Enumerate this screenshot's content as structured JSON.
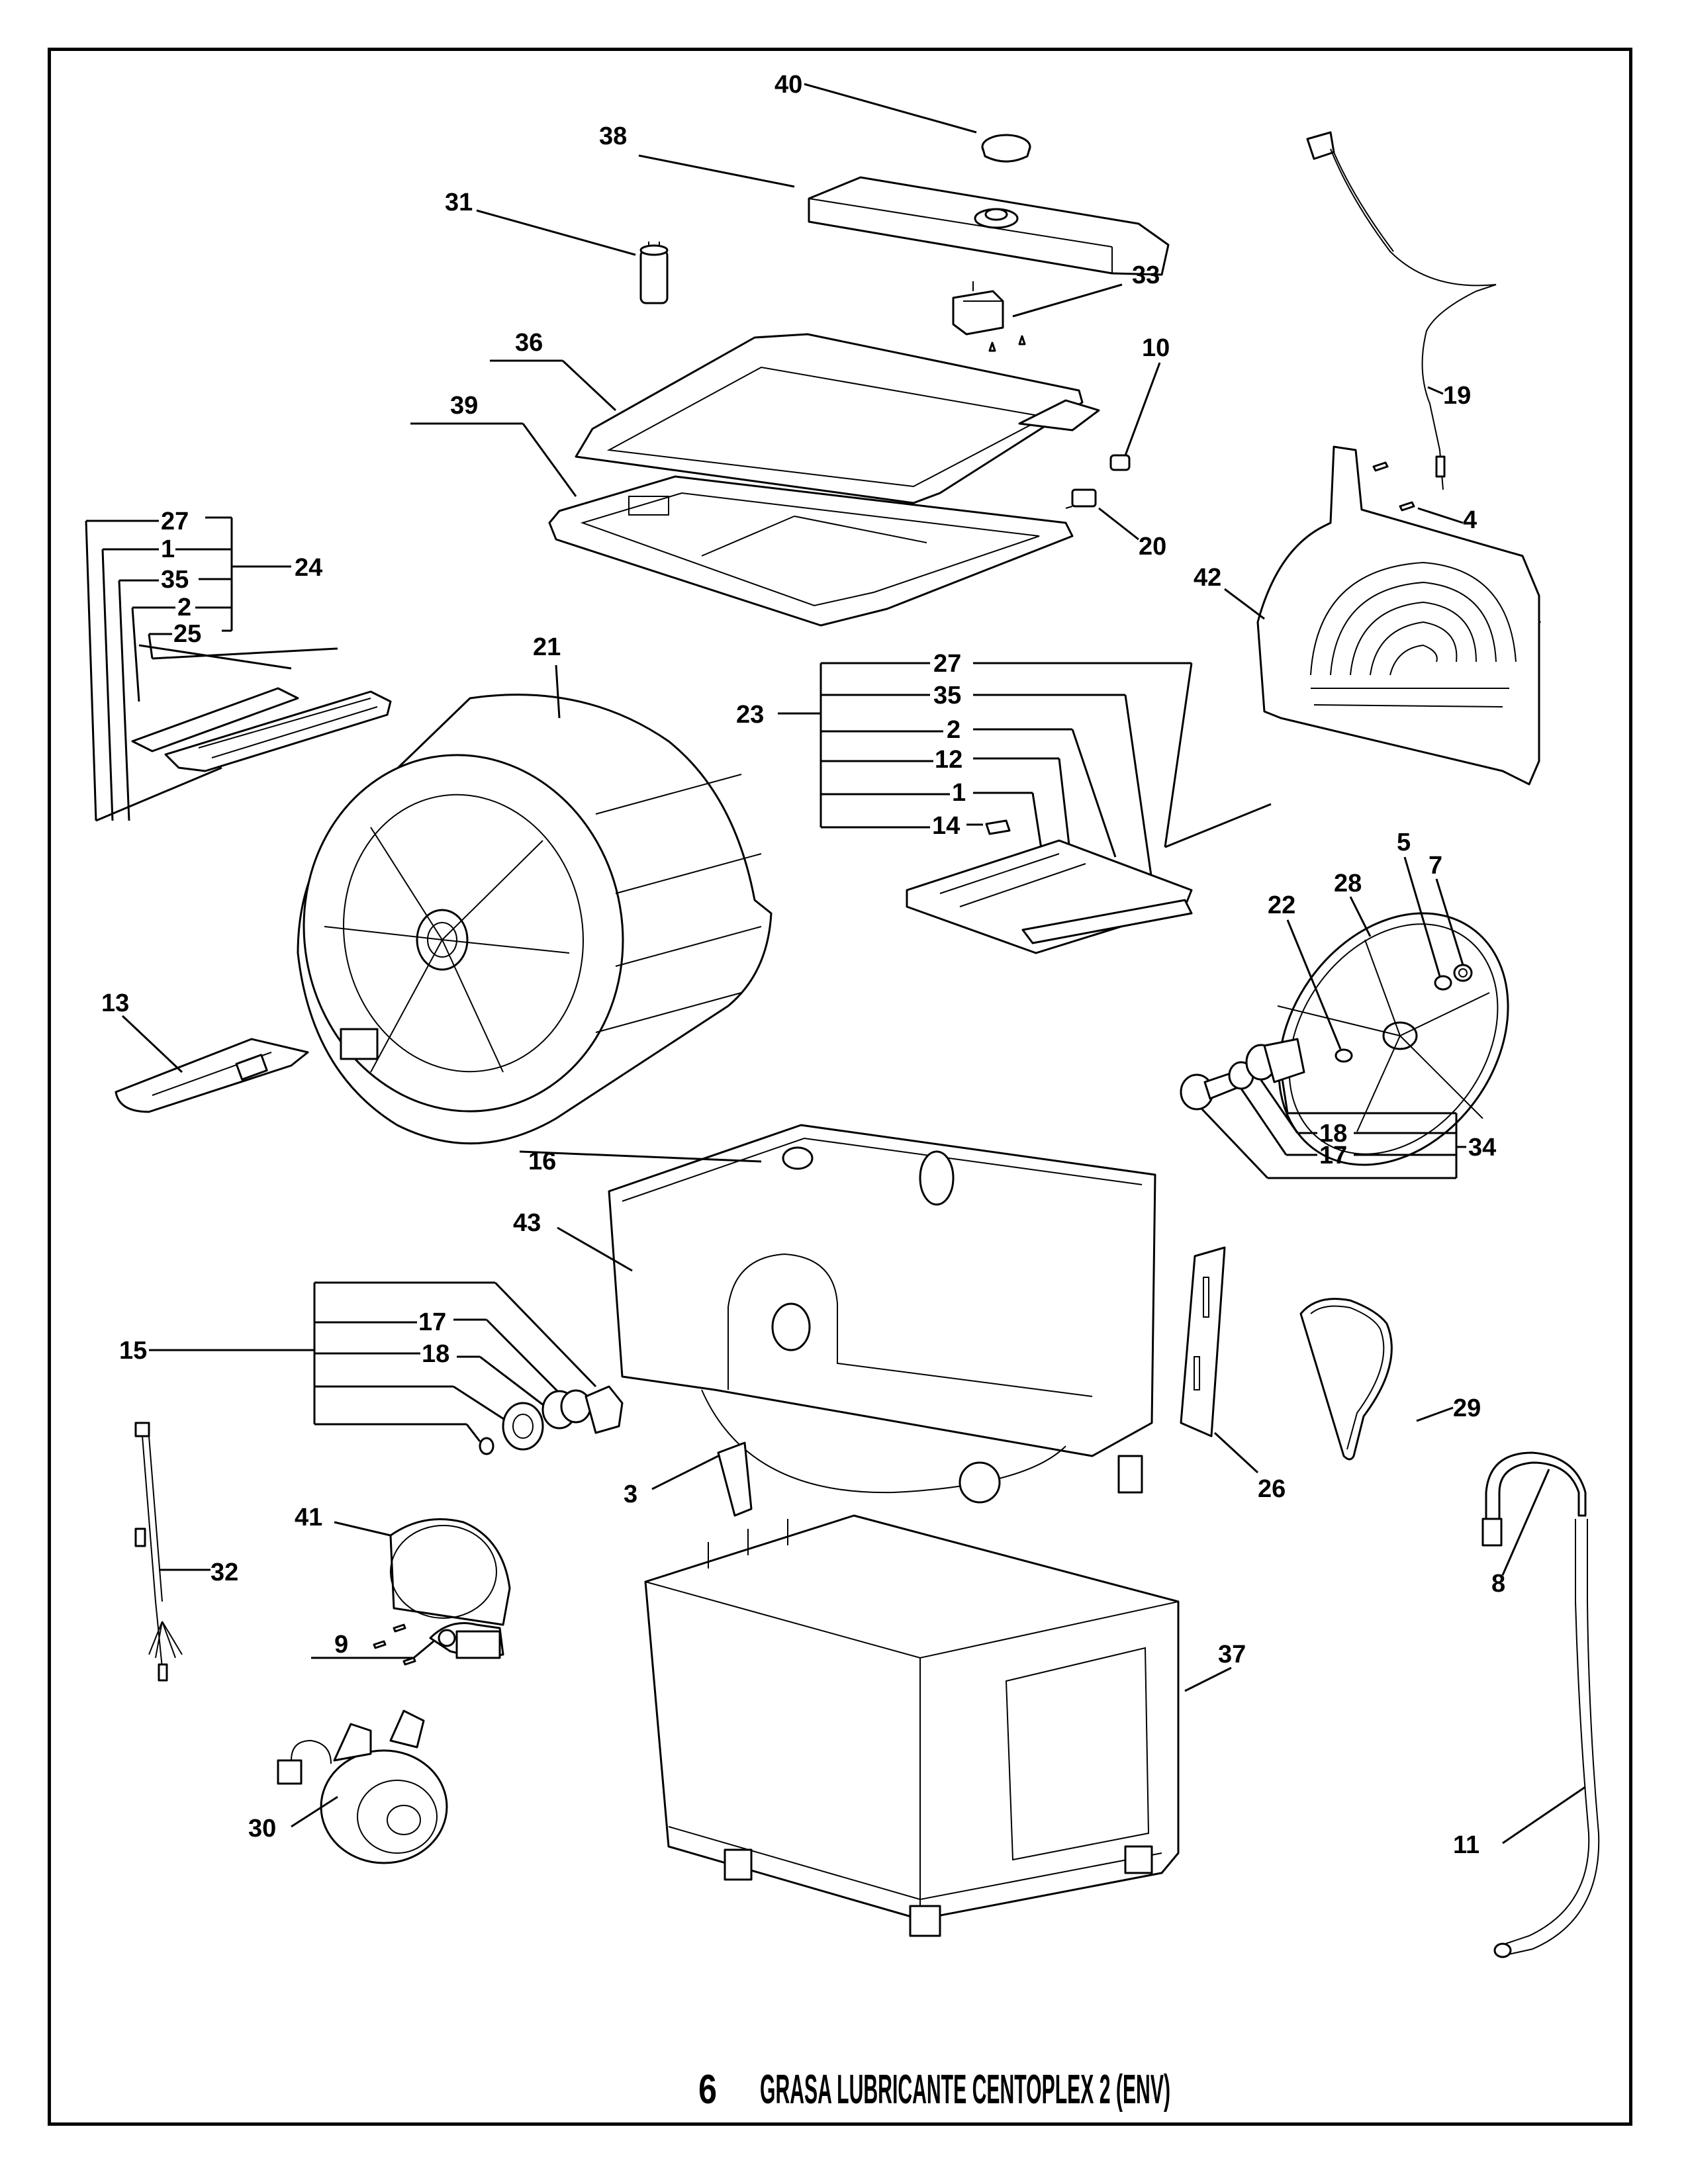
{
  "footer": {
    "note_number": "6",
    "note_text": "GRASA LUBRICANTE CENTOPLEX 2 (ENV)"
  },
  "callouts": {
    "c40": "40",
    "c38": "38",
    "c31": "31",
    "c33": "33",
    "c36": "36",
    "c10": "10",
    "c19": "19",
    "c39": "39",
    "c4": "4",
    "c20": "20",
    "c42": "42",
    "c21": "21",
    "c13": "13",
    "c16": "16",
    "c43": "43",
    "c3": "3",
    "c41": "41",
    "c32": "32",
    "c9": "9",
    "c30": "30",
    "c37": "37",
    "c26": "26",
    "c29": "29",
    "c8": "8",
    "c11": "11",
    "c22": "22",
    "c28": "28",
    "c5": "5",
    "c7": "7"
  },
  "groups": {
    "g24": {
      "label": "24",
      "members": [
        "27",
        "1",
        "35",
        "2",
        "25"
      ]
    },
    "g23": {
      "label": "23",
      "members": [
        "27",
        "35",
        "2",
        "12",
        "1",
        "14"
      ]
    },
    "g34": {
      "label": "34",
      "members": [
        "18",
        "17"
      ]
    },
    "g15": {
      "label": "15",
      "members": [
        "17",
        "18"
      ]
    }
  }
}
